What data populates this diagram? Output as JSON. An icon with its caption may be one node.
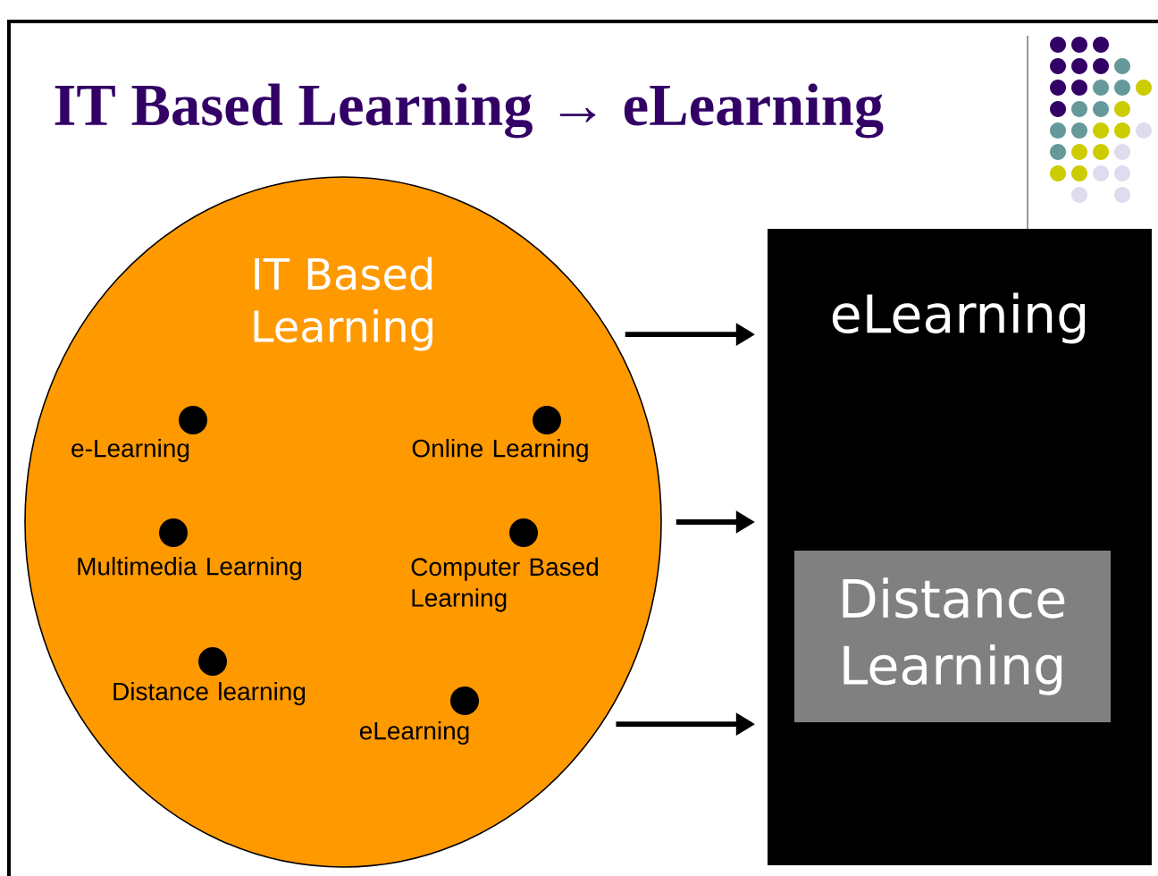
{
  "diagram": {
    "title": "IT Based Learning → eLearning",
    "nodes": [
      {
        "text": [
          "IT Based Learning"
        ]
      },
      {
        "text": [
          "e-Learning"
        ],
        "in": 0
      },
      {
        "text": [
          "Online Learning"
        ],
        "in": 0
      },
      {
        "text": [
          "Multimedia Learning"
        ],
        "in": 0
      },
      {
        "text": [
          "Computer Based Learning"
        ],
        "in": 0
      },
      {
        "text": [
          "Distance learning"
        ],
        "in": 0
      },
      {
        "text": [
          "eLearning"
        ],
        "in": 0
      },
      {
        "text": [
          "eLearning"
        ]
      },
      {
        "text": [
          "Distance Learning"
        ],
        "in": 7
      }
    ],
    "edges": [
      {
        "from": 0,
        "to": 7,
        "arrow": "to"
      },
      {
        "from": 0,
        "to": 7,
        "arrow": "to"
      },
      {
        "from": 0,
        "to": 7,
        "arrow": "to"
      }
    ]
  }
}
